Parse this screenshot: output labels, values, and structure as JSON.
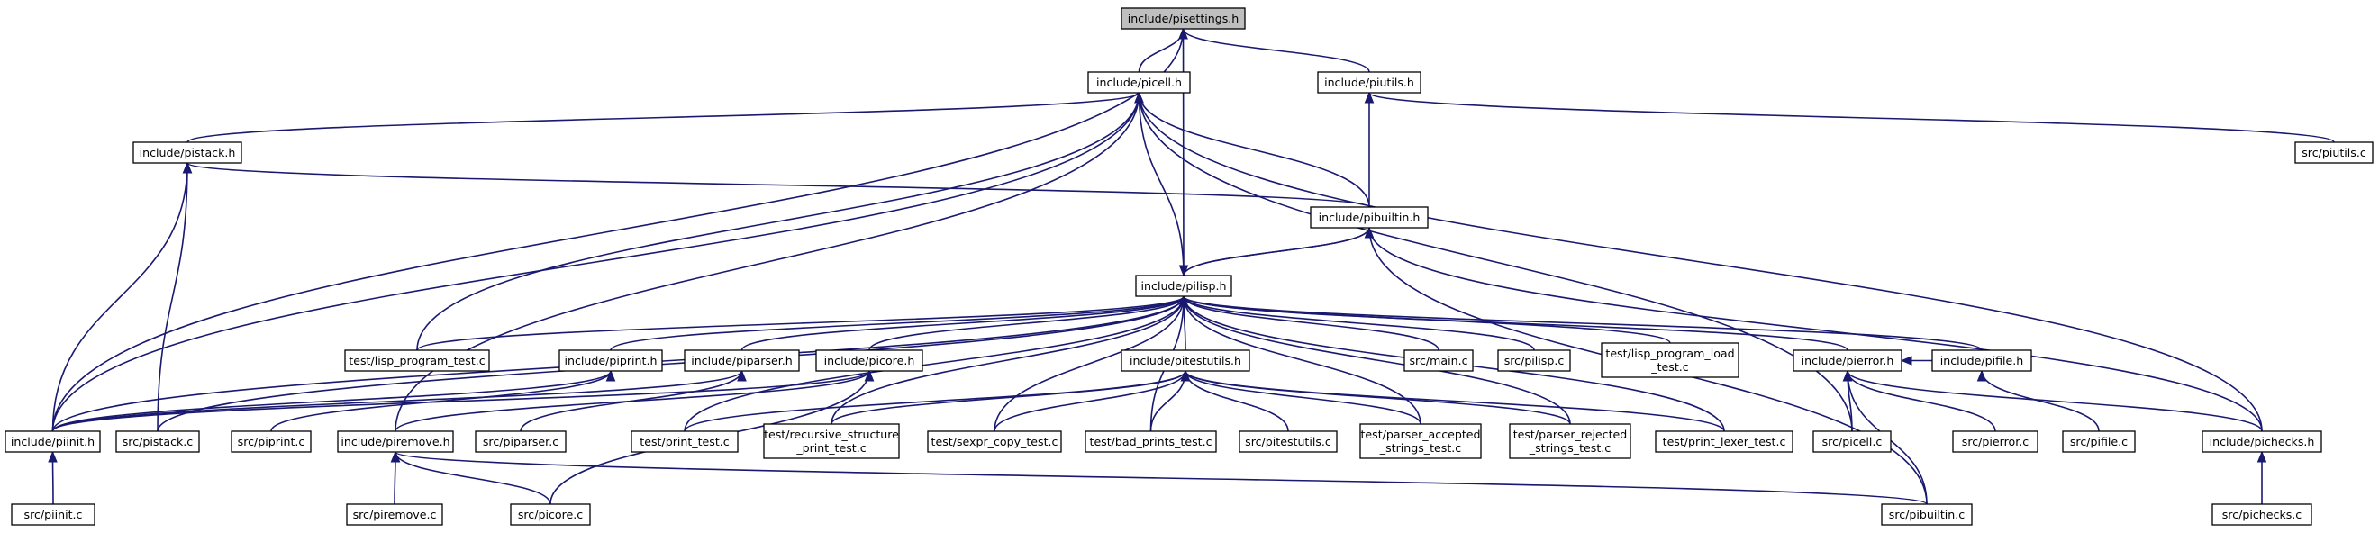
{
  "nodes": {
    "pisettings_h": {
      "lines": [
        "include/pisettings.h"
      ],
      "root": true
    },
    "picell_h": {
      "lines": [
        "include/picell.h"
      ]
    },
    "piutils_h": {
      "lines": [
        "include/piutils.h"
      ]
    },
    "pistack_h": {
      "lines": [
        "include/pistack.h"
      ]
    },
    "piutils_c": {
      "lines": [
        "src/piutils.c"
      ]
    },
    "pibuiltin_h": {
      "lines": [
        "include/pibuiltin.h"
      ]
    },
    "pilisp_h": {
      "lines": [
        "include/pilisp.h"
      ]
    },
    "lisp_program_test_c": {
      "lines": [
        "test/lisp_program_test.c"
      ]
    },
    "piprint_h": {
      "lines": [
        "include/piprint.h"
      ]
    },
    "piparser_h": {
      "lines": [
        "include/piparser.h"
      ]
    },
    "picore_h": {
      "lines": [
        "include/picore.h"
      ]
    },
    "pitestutils_h": {
      "lines": [
        "include/pitestutils.h"
      ]
    },
    "main_c": {
      "lines": [
        "src/main.c"
      ]
    },
    "pilisp_c": {
      "lines": [
        "src/pilisp.c"
      ]
    },
    "lisp_program_load_test_c": {
      "lines": [
        "test/lisp_program_load",
        "_test.c"
      ]
    },
    "pierror_h": {
      "lines": [
        "include/pierror.h"
      ]
    },
    "pifile_h": {
      "lines": [
        "include/pifile.h"
      ]
    },
    "piinit_h": {
      "lines": [
        "include/piinit.h"
      ]
    },
    "pistack_c": {
      "lines": [
        "src/pistack.c"
      ]
    },
    "piprint_c": {
      "lines": [
        "src/piprint.c"
      ]
    },
    "piremove_h": {
      "lines": [
        "include/piremove.h"
      ]
    },
    "piparser_c": {
      "lines": [
        "src/piparser.c"
      ]
    },
    "print_test_c": {
      "lines": [
        "test/print_test.c"
      ]
    },
    "recursive_structure_print_test_c": {
      "lines": [
        "test/recursive_structure",
        "_print_test.c"
      ]
    },
    "sexpr_copy_test_c": {
      "lines": [
        "test/sexpr_copy_test.c"
      ]
    },
    "bad_prints_test_c": {
      "lines": [
        "test/bad_prints_test.c"
      ]
    },
    "pitestutils_c": {
      "lines": [
        "src/pitestutils.c"
      ]
    },
    "parser_accepted_strings_test_c": {
      "lines": [
        "test/parser_accepted",
        "_strings_test.c"
      ]
    },
    "parser_rejected_strings_test_c": {
      "lines": [
        "test/parser_rejected",
        "_strings_test.c"
      ]
    },
    "print_lexer_test_c": {
      "lines": [
        "test/print_lexer_test.c"
      ]
    },
    "picell_c": {
      "lines": [
        "src/picell.c"
      ]
    },
    "pierror_c": {
      "lines": [
        "src/pierror.c"
      ]
    },
    "pifile_c": {
      "lines": [
        "src/pifile.c"
      ]
    },
    "pichecks_h": {
      "lines": [
        "include/pichecks.h"
      ]
    },
    "piinit_c": {
      "lines": [
        "src/piinit.c"
      ]
    },
    "piremove_c": {
      "lines": [
        "src/piremove.c"
      ]
    },
    "picore_c": {
      "lines": [
        "src/picore.c"
      ]
    },
    "pibuiltin_c": {
      "lines": [
        "src/pibuiltin.c"
      ]
    },
    "pichecks_c": {
      "lines": [
        "src/pichecks.c"
      ]
    }
  },
  "edges": [
    [
      "picell_h",
      "pisettings_h"
    ],
    [
      "piutils_h",
      "pisettings_h"
    ],
    [
      "pilisp_h",
      "pisettings_h"
    ],
    [
      "piinit_h",
      "pisettings_h"
    ],
    [
      "pistack_h",
      "picell_h"
    ],
    [
      "pibuiltin_h",
      "picell_h"
    ],
    [
      "pilisp_h",
      "picell_h"
    ],
    [
      "lisp_program_test_c",
      "picell_h"
    ],
    [
      "piinit_h",
      "picell_h"
    ],
    [
      "piremove_h",
      "picell_h"
    ],
    [
      "picell_c",
      "picell_h"
    ],
    [
      "pichecks_h",
      "picell_h"
    ],
    [
      "piutils_c",
      "piutils_h"
    ],
    [
      "pibuiltin_h",
      "piutils_h"
    ],
    [
      "pibuiltin_h",
      "pistack_h"
    ],
    [
      "pistack_c",
      "pistack_h"
    ],
    [
      "piinit_h",
      "pistack_h"
    ],
    [
      "pilisp_h",
      "pibuiltin_h"
    ],
    [
      "pibuiltin_c",
      "pibuiltin_h"
    ],
    [
      "pichecks_h",
      "pibuiltin_h"
    ],
    [
      "pibuiltin_h",
      "pilisp_h"
    ],
    [
      "lisp_program_test_c",
      "pilisp_h"
    ],
    [
      "piprint_h",
      "pilisp_h"
    ],
    [
      "piparser_h",
      "pilisp_h"
    ],
    [
      "picore_h",
      "pilisp_h"
    ],
    [
      "pitestutils_h",
      "pilisp_h"
    ],
    [
      "main_c",
      "pilisp_h"
    ],
    [
      "pilisp_c",
      "pilisp_h"
    ],
    [
      "lisp_program_load_test_c",
      "pilisp_h"
    ],
    [
      "pierror_h",
      "pilisp_h"
    ],
    [
      "pifile_h",
      "pilisp_h"
    ],
    [
      "piinit_h",
      "pilisp_h"
    ],
    [
      "pistack_c",
      "pilisp_h"
    ],
    [
      "print_test_c",
      "pilisp_h"
    ],
    [
      "recursive_structure_print_test_c",
      "pilisp_h"
    ],
    [
      "sexpr_copy_test_c",
      "pilisp_h"
    ],
    [
      "bad_prints_test_c",
      "pilisp_h"
    ],
    [
      "parser_accepted_strings_test_c",
      "pilisp_h"
    ],
    [
      "parser_rejected_strings_test_c",
      "pilisp_h"
    ],
    [
      "print_lexer_test_c",
      "pilisp_h"
    ],
    [
      "piinit_h",
      "piprint_h"
    ],
    [
      "piprint_c",
      "piprint_h"
    ],
    [
      "piinit_h",
      "piparser_h"
    ],
    [
      "piparser_c",
      "piparser_h"
    ],
    [
      "piinit_h",
      "picore_h"
    ],
    [
      "piremove_h",
      "picore_h"
    ],
    [
      "picore_c",
      "picore_h"
    ],
    [
      "print_test_c",
      "pitestutils_h"
    ],
    [
      "recursive_structure_print_test_c",
      "pitestutils_h"
    ],
    [
      "sexpr_copy_test_c",
      "pitestutils_h"
    ],
    [
      "bad_prints_test_c",
      "pitestutils_h"
    ],
    [
      "pitestutils_c",
      "pitestutils_h"
    ],
    [
      "parser_accepted_strings_test_c",
      "pitestutils_h"
    ],
    [
      "parser_rejected_strings_test_c",
      "pitestutils_h"
    ],
    [
      "print_lexer_test_c",
      "pitestutils_h"
    ],
    [
      "pifile_h",
      "pierror_h"
    ],
    [
      "picell_c",
      "pierror_h"
    ],
    [
      "pierror_c",
      "pierror_h"
    ],
    [
      "pibuiltin_c",
      "pierror_h"
    ],
    [
      "pichecks_h",
      "pierror_h"
    ],
    [
      "pifile_c",
      "pifile_h"
    ],
    [
      "piinit_c",
      "piinit_h"
    ],
    [
      "piremove_c",
      "piremove_h"
    ],
    [
      "picore_c",
      "piremove_h"
    ],
    [
      "pibuiltin_c",
      "piremove_h"
    ],
    [
      "pichecks_c",
      "pichecks_h"
    ]
  ],
  "colors": {
    "edge": "#191970",
    "root_fill": "#bfbfbf",
    "node_fill": "#ffffff",
    "node_stroke": "#000000"
  }
}
